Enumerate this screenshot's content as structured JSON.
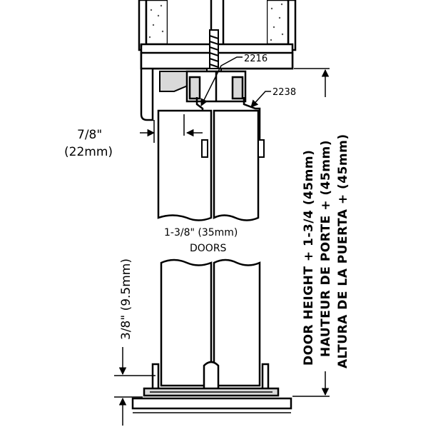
{
  "parts": {
    "part_2216": "2216",
    "part_2238": "2238"
  },
  "dimensions": {
    "overlap_imperial": "7/8\"",
    "overlap_metric": "(22mm)",
    "door_thickness": "1-3/8\" (35mm)",
    "doors_caption": "DOORS",
    "floor_clearance": "3/8\" (9.5mm)"
  },
  "height_note": {
    "english": "DOOR HEIGHT + 1-3/4 (45mm)",
    "french": "HAUTEUR DE PORTE + (45mm)",
    "spanish": "ALTURA DE LA PUERTA + (45mm)"
  },
  "colors": {
    "line": "#000000",
    "fill": "#ffffff",
    "shade": "#d9d9d9",
    "speckle": "#555555"
  }
}
